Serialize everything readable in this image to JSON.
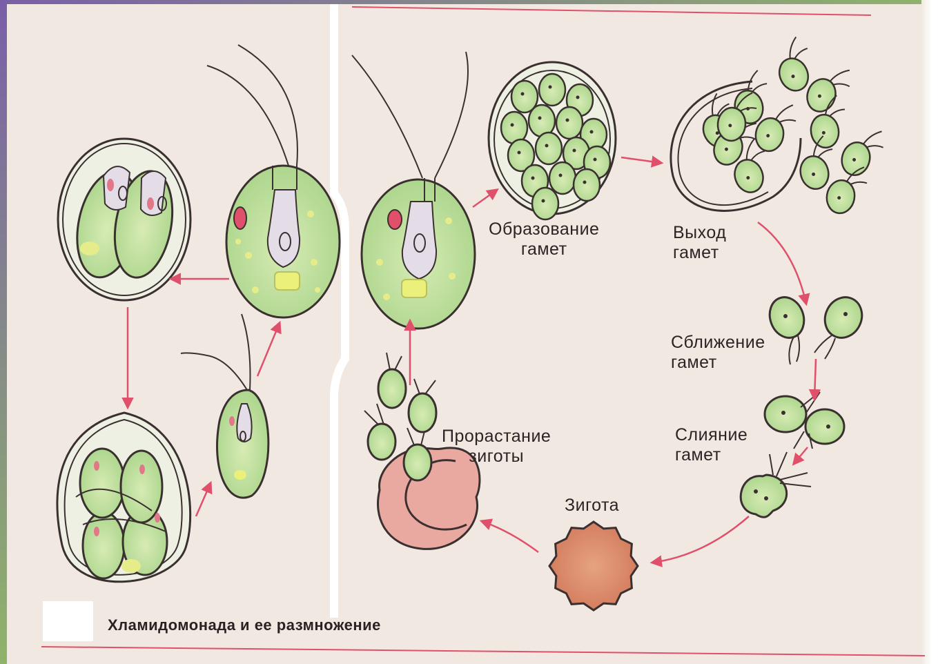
{
  "labels": {
    "gamete_formation": "Образование\nгамет",
    "gamete_release": "Выход\nгамет",
    "gamete_approach": "Сближение\nгамет",
    "gamete_fusion": "Слияние\nгамет",
    "zygote": "Зигота",
    "zygote_germination": "Прорастание\nзиготы"
  },
  "caption": "Хламидомонада и ее размножение",
  "colors": {
    "paper": "#f1e9e1",
    "cell_fill": "#c9e3a2",
    "cell_outline": "#3a3030",
    "arrow": "#e0506a",
    "zygote": "#e49a78",
    "rule": "#e0506a"
  }
}
